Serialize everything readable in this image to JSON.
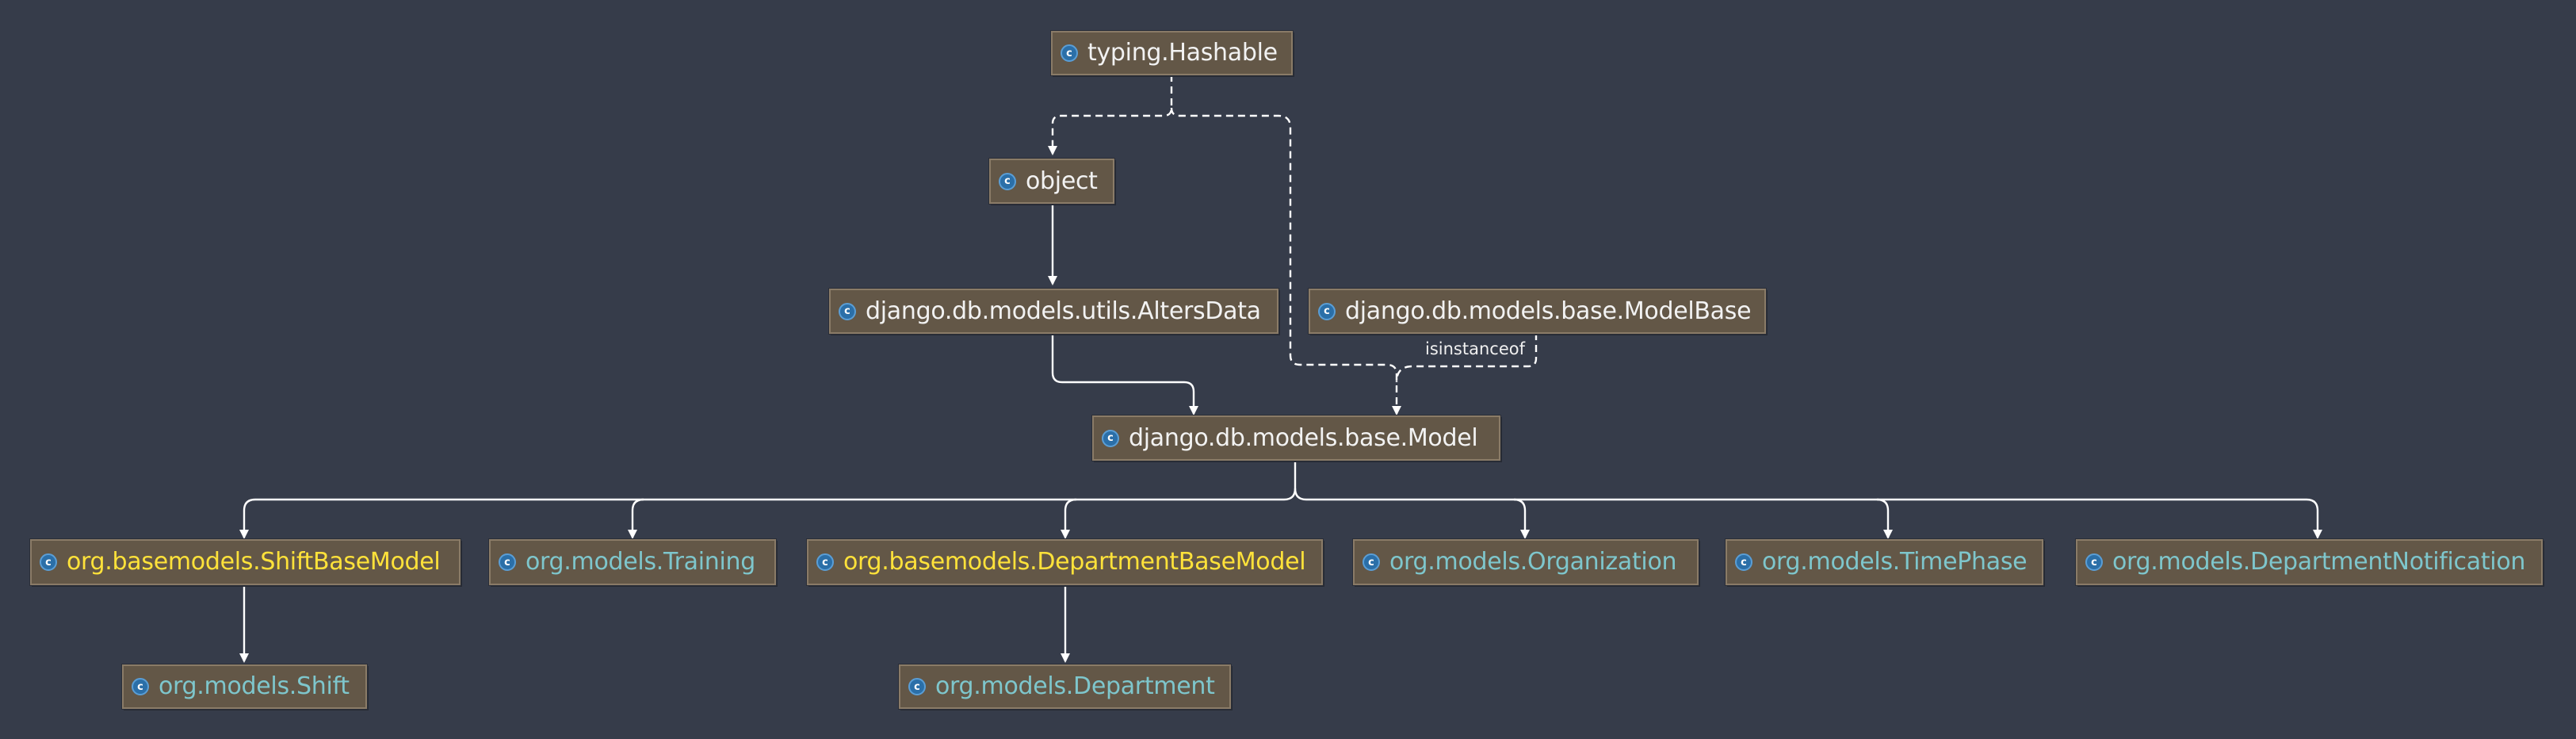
{
  "diagram": {
    "class_icon_glyph": "c",
    "colors": {
      "background": "#363c4a",
      "node_fill": "#635747",
      "node_border": "#8a7b67",
      "edge": "#ffffff",
      "text_white": "#f2f2f2",
      "text_yellow": "#ffe23a",
      "text_teal": "#7ec6cc",
      "class_icon": "#2b6fa8"
    },
    "nodes": {
      "hashable": {
        "label": "typing.Hashable",
        "color": "white",
        "icon": "class-icon"
      },
      "object": {
        "label": "object",
        "color": "white",
        "icon": "class-icon"
      },
      "alters_data": {
        "label": "django.db.models.utils.AltersData",
        "color": "white",
        "icon": "class-icon"
      },
      "model_base": {
        "label": "django.db.models.base.ModelBase",
        "color": "white",
        "icon": "class-icon"
      },
      "model": {
        "label": "django.db.models.base.Model",
        "color": "white",
        "icon": "class-icon"
      },
      "shift_base_model": {
        "label": "org.basemodels.ShiftBaseModel",
        "color": "yellow",
        "icon": "class-icon"
      },
      "training": {
        "label": "org.models.Training",
        "color": "teal",
        "icon": "class-icon"
      },
      "department_base_model": {
        "label": "org.basemodels.DepartmentBaseModel",
        "color": "yellow",
        "icon": "class-icon"
      },
      "organization": {
        "label": "org.models.Organization",
        "color": "teal",
        "icon": "class-icon"
      },
      "time_phase": {
        "label": "org.models.TimePhase",
        "color": "teal",
        "icon": "class-icon"
      },
      "department_notification": {
        "label": "org.models.DepartmentNotification",
        "color": "teal",
        "icon": "class-icon"
      },
      "shift": {
        "label": "org.models.Shift",
        "color": "teal",
        "icon": "class-icon"
      },
      "department": {
        "label": "org.models.Department",
        "color": "teal",
        "icon": "class-icon"
      }
    },
    "edges": [
      {
        "from": "hashable",
        "to": "object",
        "style": "dashed",
        "kind": "implements"
      },
      {
        "from": "hashable",
        "to": "model",
        "style": "dashed",
        "kind": "implements"
      },
      {
        "from": "object",
        "to": "alters_data",
        "style": "solid",
        "kind": "extends"
      },
      {
        "from": "alters_data",
        "to": "model",
        "style": "solid",
        "kind": "extends"
      },
      {
        "from": "model_base",
        "to": "model",
        "style": "dashed",
        "kind": "metaclass",
        "label": "isinstanceof"
      },
      {
        "from": "model",
        "to": "shift_base_model",
        "style": "solid",
        "kind": "extends"
      },
      {
        "from": "model",
        "to": "training",
        "style": "solid",
        "kind": "extends"
      },
      {
        "from": "model",
        "to": "department_base_model",
        "style": "solid",
        "kind": "extends"
      },
      {
        "from": "model",
        "to": "organization",
        "style": "solid",
        "kind": "extends"
      },
      {
        "from": "model",
        "to": "time_phase",
        "style": "solid",
        "kind": "extends"
      },
      {
        "from": "model",
        "to": "department_notification",
        "style": "solid",
        "kind": "extends"
      },
      {
        "from": "shift_base_model",
        "to": "shift",
        "style": "solid",
        "kind": "extends"
      },
      {
        "from": "department_base_model",
        "to": "department",
        "style": "solid",
        "kind": "extends"
      }
    ]
  }
}
